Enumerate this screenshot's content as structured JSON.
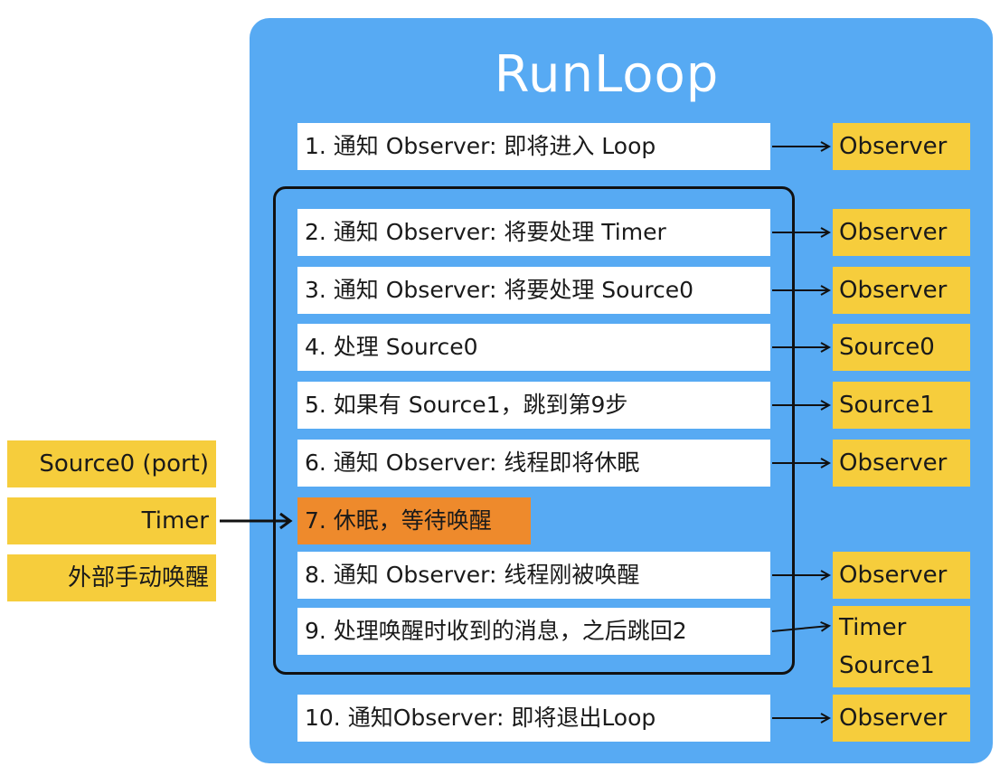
{
  "title": "RunLoop",
  "steps": [
    {
      "label": "1. 通知 Observer: 即将进入 Loop"
    },
    {
      "label": "2. 通知 Observer: 将要处理 Timer"
    },
    {
      "label": "3. 通知 Observer: 将要处理 Source0"
    },
    {
      "label": "4. 处理 Source0"
    },
    {
      "label": "5. 如果有 Source1，跳到第9步"
    },
    {
      "label": "6. 通知 Observer: 线程即将休眠"
    },
    {
      "label": "7. 休眠，等待唤醒"
    },
    {
      "label": "8. 通知 Observer: 线程刚被唤醒"
    },
    {
      "label": "9. 处理唤醒时收到的消息，之后跳回2"
    },
    {
      "label": "10. 通知Observer: 即将退出Loop"
    }
  ],
  "outputs": [
    {
      "label": "Observer"
    },
    {
      "label": "Observer"
    },
    {
      "label": "Observer"
    },
    {
      "label": "Source0"
    },
    {
      "label": "Source1"
    },
    {
      "label": "Observer"
    },
    {
      "label": "Observer"
    },
    {
      "line1": "Timer",
      "line2": "Source1"
    },
    {
      "label": "Observer"
    }
  ],
  "inputs": [
    {
      "label": "Source0 (port)"
    },
    {
      "label": "Timer"
    },
    {
      "label": "外部手动唤醒"
    }
  ],
  "colors": {
    "panel": "#57aaf3",
    "step": "#ffffff",
    "highlight": "#ee8a2c",
    "output": "#f6cd3c",
    "line": "#111111"
  }
}
